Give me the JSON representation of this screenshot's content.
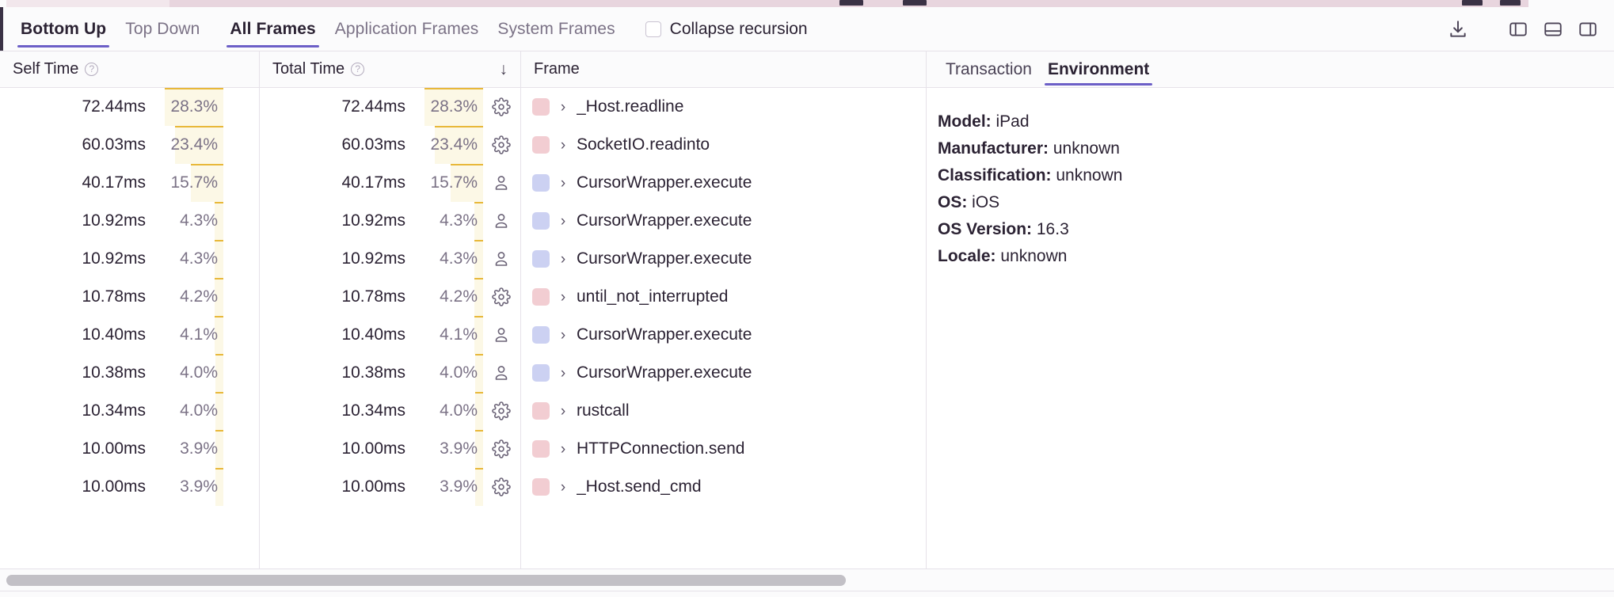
{
  "toolbar": {
    "tabs_view": [
      {
        "label": "Bottom Up",
        "active": true
      },
      {
        "label": "Top Down",
        "active": false
      }
    ],
    "tabs_frames": [
      {
        "label": "All Frames",
        "active": true
      },
      {
        "label": "Application Frames",
        "active": false
      },
      {
        "label": "System Frames",
        "active": false
      }
    ],
    "collapse_recursion_label": "Collapse recursion",
    "collapse_recursion_checked": false,
    "icons": [
      {
        "name": "download-icon"
      },
      {
        "name": "panel-left-icon"
      },
      {
        "name": "panel-bottom-icon"
      },
      {
        "name": "panel-right-icon"
      }
    ]
  },
  "table": {
    "columns": [
      {
        "key": "self_time",
        "label": "Self Time",
        "help": "?",
        "sorted": false
      },
      {
        "key": "total_time",
        "label": "Total Time",
        "help": "?",
        "sorted": true,
        "sort_dir": "↓"
      },
      {
        "key": "frame",
        "label": "Frame",
        "help": "",
        "sorted": false
      }
    ],
    "rows": [
      {
        "self_time": "72.44ms",
        "self_pct": "28.3%",
        "self_pct_value": 28.3,
        "total_time": "72.44ms",
        "total_pct": "28.3%",
        "total_pct_value": 28.3,
        "kind": "system",
        "kind_icon": "gear-icon",
        "swatch_color": "#f2cdd2",
        "frame": "_Host.readline"
      },
      {
        "self_time": "60.03ms",
        "self_pct": "23.4%",
        "self_pct_value": 23.4,
        "total_time": "60.03ms",
        "total_pct": "23.4%",
        "total_pct_value": 23.4,
        "kind": "system",
        "kind_icon": "gear-icon",
        "swatch_color": "#f2cdd2",
        "frame": "SocketIO.readinto"
      },
      {
        "self_time": "40.17ms",
        "self_pct": "15.7%",
        "self_pct_value": 15.7,
        "total_time": "40.17ms",
        "total_pct": "15.7%",
        "total_pct_value": 15.7,
        "kind": "application",
        "kind_icon": "person-icon",
        "swatch_color": "#ccd1f2",
        "frame": "CursorWrapper.execute"
      },
      {
        "self_time": "10.92ms",
        "self_pct": "4.3%",
        "self_pct_value": 4.3,
        "total_time": "10.92ms",
        "total_pct": "4.3%",
        "total_pct_value": 4.3,
        "kind": "application",
        "kind_icon": "person-icon",
        "swatch_color": "#ccd1f2",
        "frame": "CursorWrapper.execute"
      },
      {
        "self_time": "10.92ms",
        "self_pct": "4.3%",
        "self_pct_value": 4.3,
        "total_time": "10.92ms",
        "total_pct": "4.3%",
        "total_pct_value": 4.3,
        "kind": "application",
        "kind_icon": "person-icon",
        "swatch_color": "#ccd1f2",
        "frame": "CursorWrapper.execute"
      },
      {
        "self_time": "10.78ms",
        "self_pct": "4.2%",
        "self_pct_value": 4.2,
        "total_time": "10.78ms",
        "total_pct": "4.2%",
        "total_pct_value": 4.2,
        "kind": "system",
        "kind_icon": "gear-icon",
        "swatch_color": "#f2cdd2",
        "frame": "until_not_interrupted"
      },
      {
        "self_time": "10.40ms",
        "self_pct": "4.1%",
        "self_pct_value": 4.1,
        "total_time": "10.40ms",
        "total_pct": "4.1%",
        "total_pct_value": 4.1,
        "kind": "application",
        "kind_icon": "person-icon",
        "swatch_color": "#ccd1f2",
        "frame": "CursorWrapper.execute"
      },
      {
        "self_time": "10.38ms",
        "self_pct": "4.0%",
        "self_pct_value": 4.0,
        "total_time": "10.38ms",
        "total_pct": "4.0%",
        "total_pct_value": 4.0,
        "kind": "application",
        "kind_icon": "person-icon",
        "swatch_color": "#ccd1f2",
        "frame": "CursorWrapper.execute"
      },
      {
        "self_time": "10.34ms",
        "self_pct": "4.0%",
        "self_pct_value": 4.0,
        "total_time": "10.34ms",
        "total_pct": "4.0%",
        "total_pct_value": 4.0,
        "kind": "system",
        "kind_icon": "gear-icon",
        "swatch_color": "#f2cdd2",
        "frame": "rustcall"
      },
      {
        "self_time": "10.00ms",
        "self_pct": "3.9%",
        "self_pct_value": 3.9,
        "total_time": "10.00ms",
        "total_pct": "3.9%",
        "total_pct_value": 3.9,
        "kind": "system",
        "kind_icon": "gear-icon",
        "swatch_color": "#f2cdd2",
        "frame": "HTTPConnection.send"
      },
      {
        "self_time": "10.00ms",
        "self_pct": "3.9%",
        "self_pct_value": 3.9,
        "total_time": "10.00ms",
        "total_pct": "3.9%",
        "total_pct_value": 3.9,
        "kind": "system",
        "kind_icon": "gear-icon",
        "swatch_color": "#f2cdd2",
        "frame": "_Host.send_cmd"
      }
    ]
  },
  "detail": {
    "tabs": [
      {
        "label": "Transaction",
        "active": false
      },
      {
        "label": "Environment",
        "active": true
      }
    ],
    "environment": [
      {
        "key": "Model:",
        "value": "iPad"
      },
      {
        "key": "Manufacturer:",
        "value": "unknown"
      },
      {
        "key": "Classification:",
        "value": "unknown"
      },
      {
        "key": "OS:",
        "value": "iOS"
      },
      {
        "key": "OS Version:",
        "value": "16.3"
      },
      {
        "key": "Locale:",
        "value": "unknown"
      }
    ]
  },
  "colors": {
    "accent": "#6c5fc7",
    "application_frame": "#ccd1f2",
    "system_frame": "#f2cdd2",
    "pct_bar_fill": "#fcf8e6",
    "pct_bar_line": "#e8b83a"
  }
}
